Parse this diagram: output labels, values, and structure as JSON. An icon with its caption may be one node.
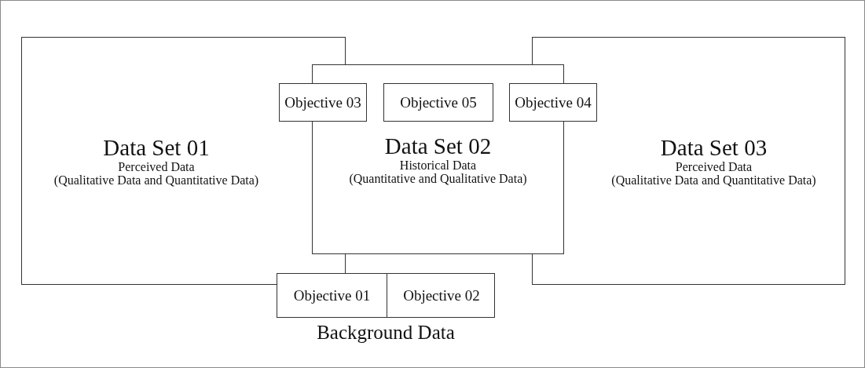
{
  "diagram": {
    "nodes": [
      {
        "text": [
          "Data Set 01",
          "Perceived Data",
          "(Qualitative Data and Quantitative Data)"
        ]
      },
      {
        "text": [
          "Data Set 02",
          "Historical Data",
          "(Quantitative and Qualitative Data)"
        ]
      },
      {
        "text": [
          "Data Set 03",
          "Perceived Data",
          "(Qualitative Data and Quantitative Data)"
        ]
      },
      {
        "text": [
          "Objective 03"
        ]
      },
      {
        "text": [
          "Objective 05"
        ],
        "in": 1
      },
      {
        "text": [
          "Objective 04"
        ]
      },
      {
        "text": [
          "Background Data"
        ]
      },
      {
        "text": [
          "Objective 01"
        ],
        "in": 6
      },
      {
        "text": [
          "Objective 02"
        ],
        "in": 6
      }
    ]
  }
}
